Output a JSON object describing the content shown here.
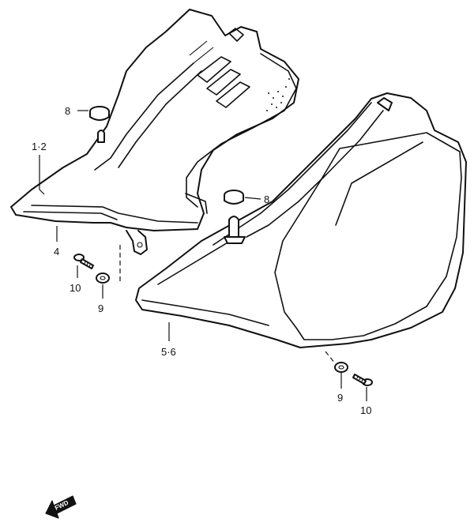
{
  "callouts": {
    "c12": "1·2",
    "c4": "4",
    "c8a": "8",
    "c8b": "8",
    "c10a": "10",
    "c9a": "9",
    "c56": "5·6",
    "c9b": "9",
    "c10b": "10"
  },
  "fwd": {
    "text": "FWD",
    "icon": "forward-arrow-icon"
  }
}
